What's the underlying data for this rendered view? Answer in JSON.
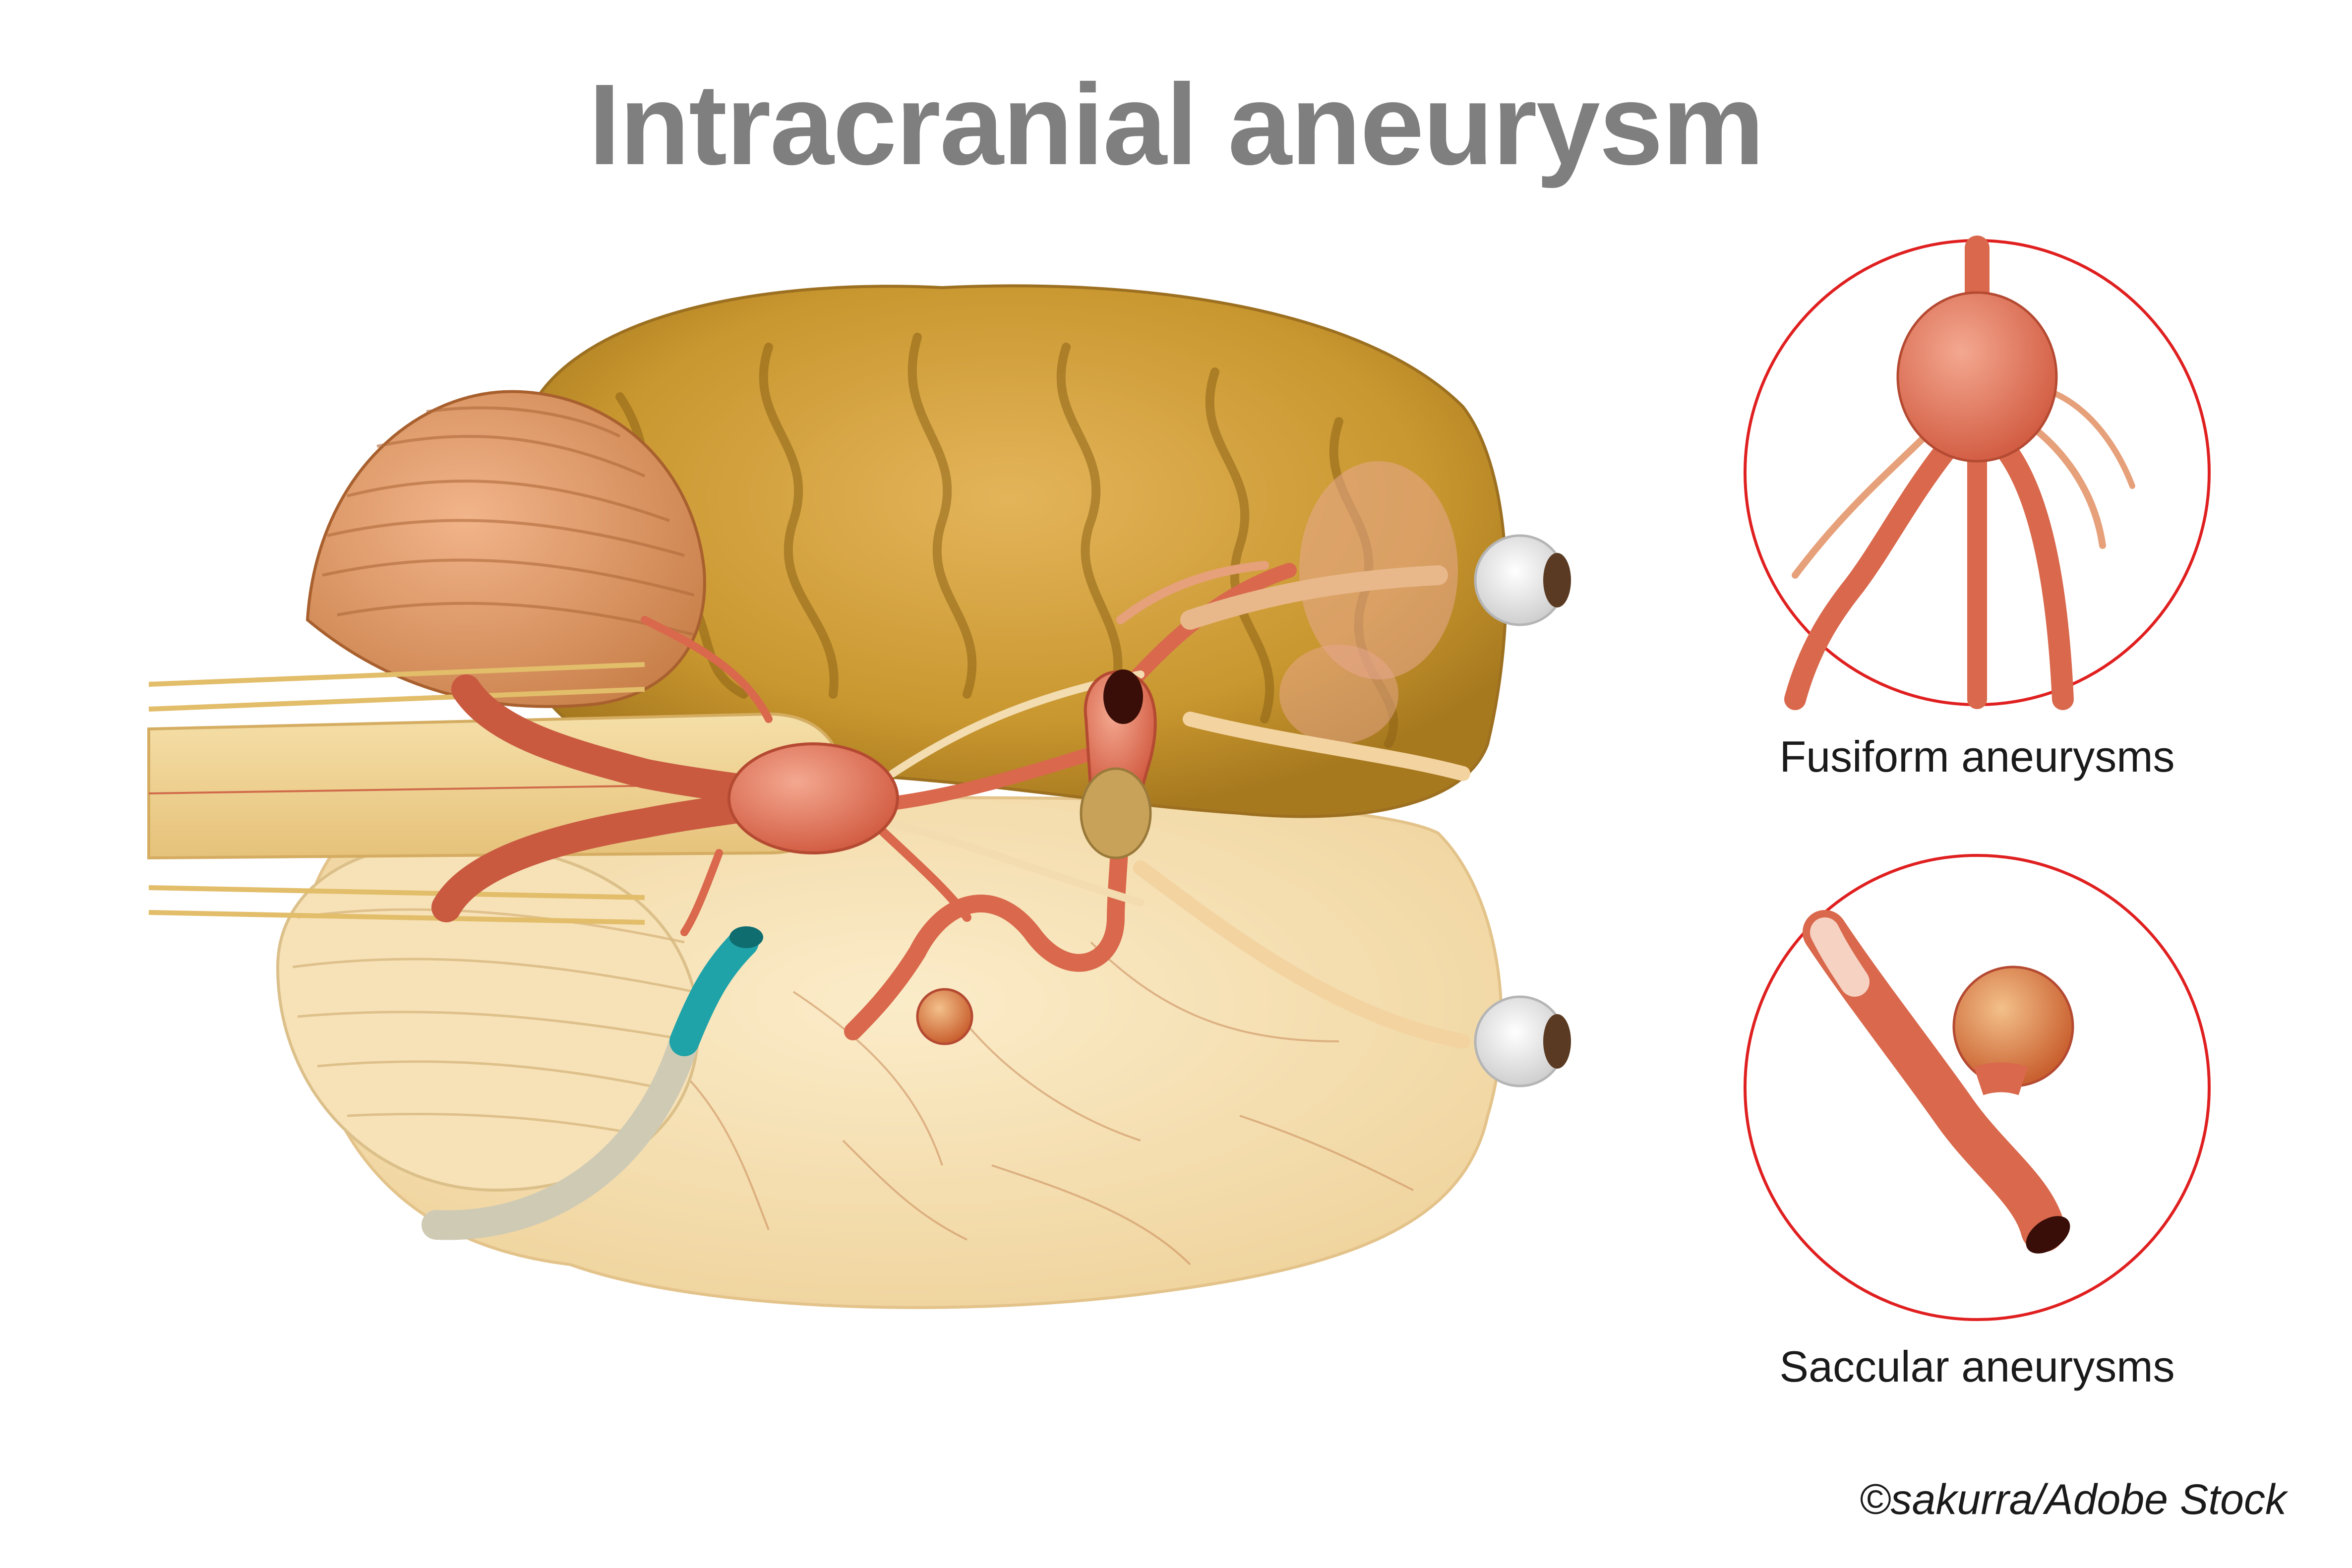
{
  "title": "Intracranial aneurysm",
  "insets": [
    {
      "label": "Fusiform aneurysms"
    },
    {
      "label": "Saccular aneurysms"
    }
  ],
  "credit": "©sakurra/Adobe Stock",
  "colors": {
    "title_gray": "#7f7f7f",
    "brain_upper": "#c99a3a",
    "brain_lower": "#f6ddb0",
    "artery": "#e07a62",
    "inset_ring": "#e02020",
    "catheter_tip": "#1fa3a8"
  }
}
